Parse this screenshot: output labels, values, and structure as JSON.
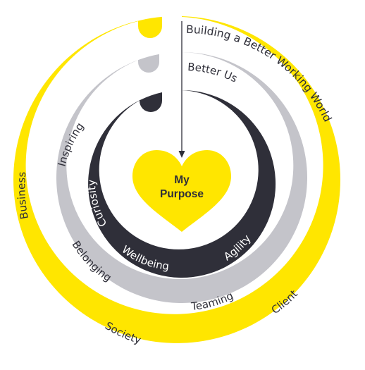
{
  "colors": {
    "yellow": "#FFE600",
    "grey": "#C4C4CA",
    "dark": "#2F2F39",
    "text_dark": "#2E2E38",
    "text_light": "#FFFFFF"
  },
  "rings": {
    "outer": {
      "title": "Building a Better Working World",
      "labels": [
        "Business",
        "Society",
        "Client"
      ]
    },
    "middle": {
      "title": "Better Us",
      "labels": [
        "Inspiring",
        "Belonging",
        "Teaming"
      ]
    },
    "inner": {
      "title": "Better Me",
      "labels": [
        "Curiosity",
        "Wellbeing",
        "Agility"
      ]
    }
  },
  "center": {
    "line1": "My",
    "line2": "Purpose"
  }
}
